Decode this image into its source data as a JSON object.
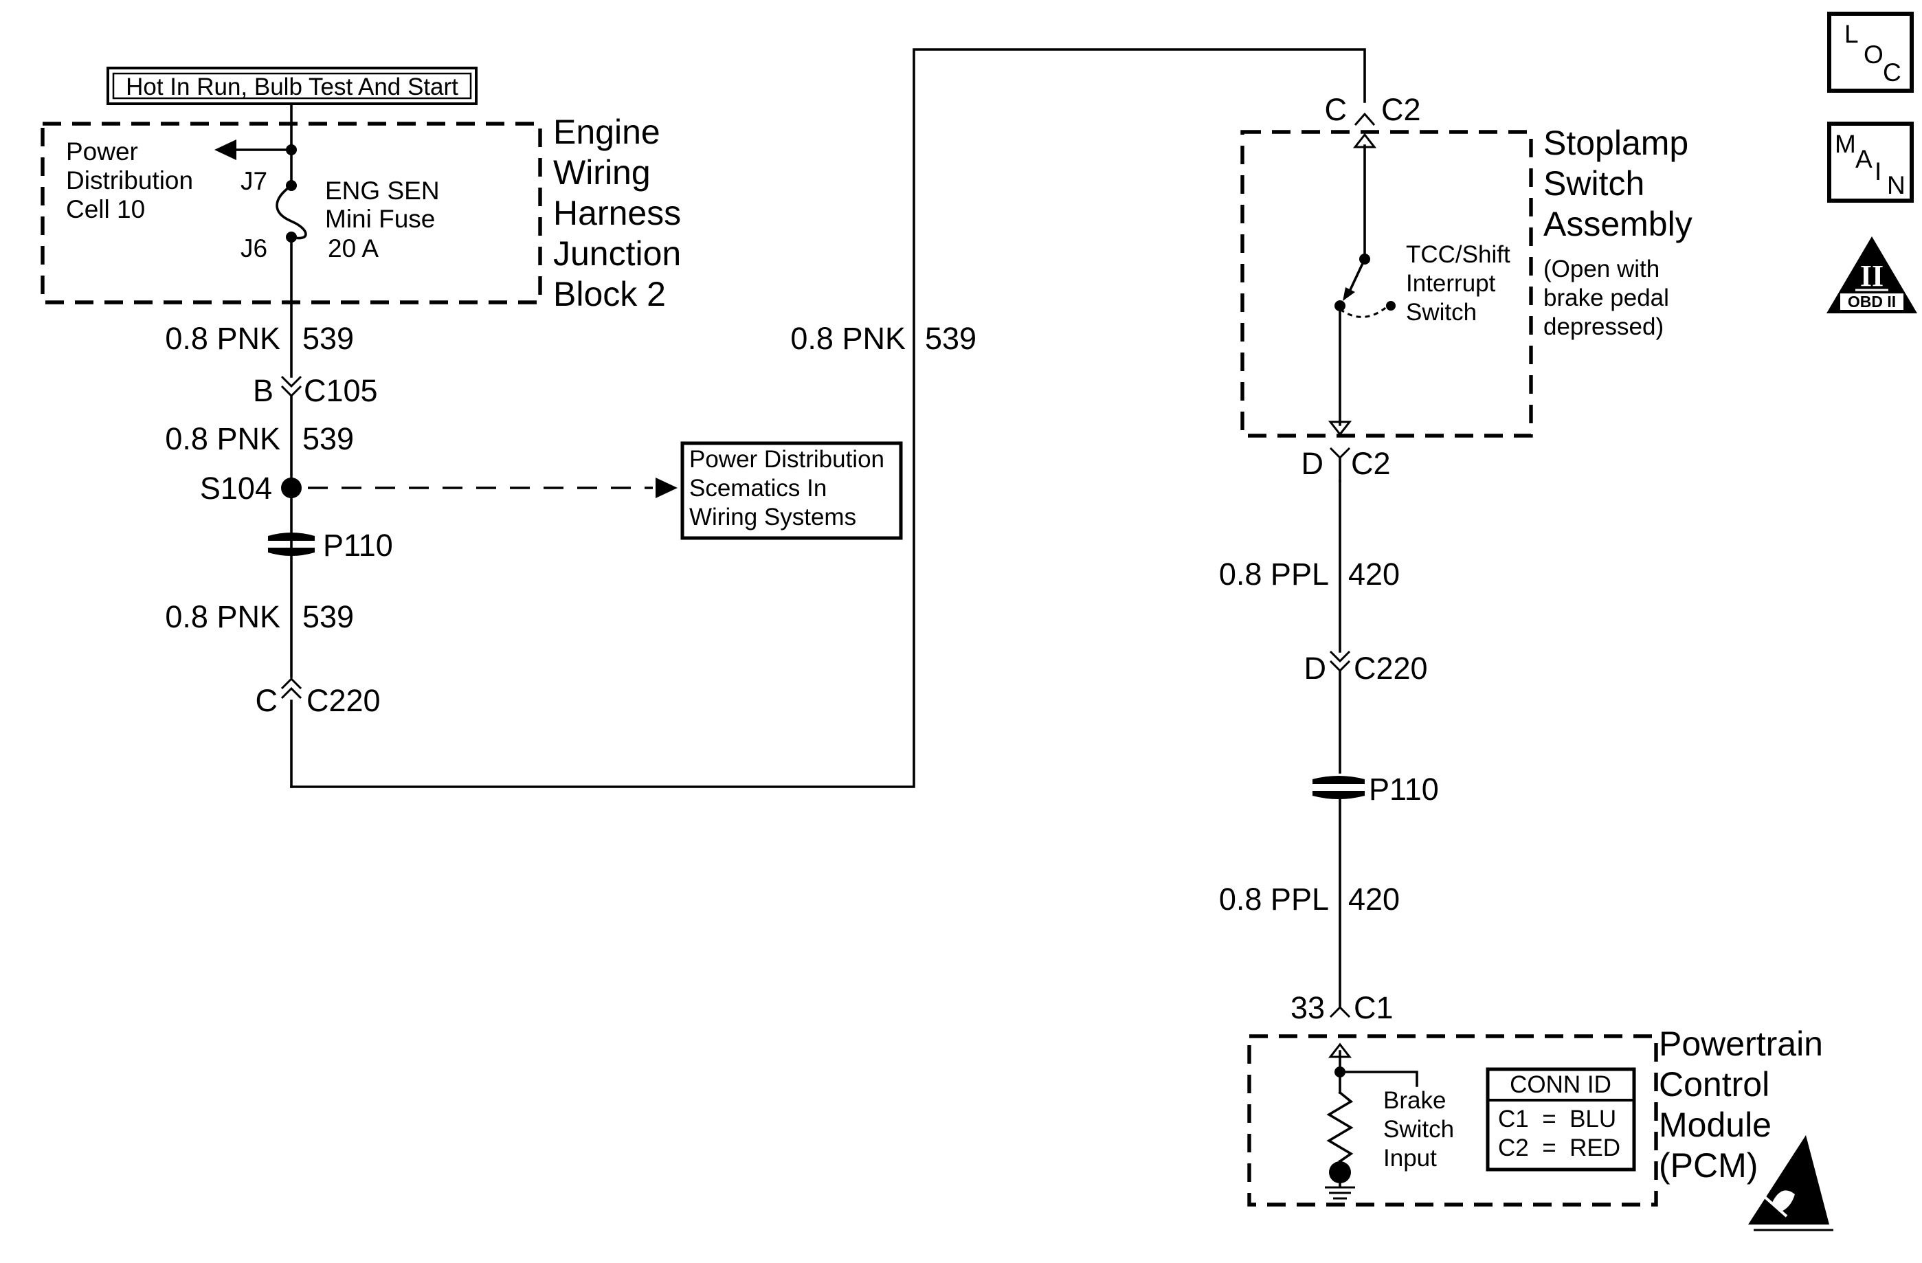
{
  "power_source": {
    "label": "Hot In Run, Bulb Test And Start"
  },
  "junction_block": {
    "name_lines": [
      "Engine",
      "Wiring",
      "Harness",
      "Junction",
      "Block 2"
    ],
    "power_distribution_lines": [
      "Power",
      "Distribution",
      "Cell 10"
    ],
    "terminal_top": "J7",
    "terminal_bottom": "J6",
    "fuse_lines": [
      "ENG SEN",
      "Mini Fuse",
      "20 A"
    ]
  },
  "left_circuit": {
    "wire_1_color": "0.8 PNK",
    "wire_1_number": "539",
    "connector_c105_pin": "B",
    "connector_c105_name": "C105",
    "wire_2_color": "0.8 PNK",
    "wire_2_number": "539",
    "splice_name": "S104",
    "passthrough_name": "P110",
    "wire_3_color": "0.8 PNK",
    "wire_3_number": "539",
    "connector_c220_pin": "C",
    "connector_c220_name": "C220"
  },
  "reference_box": {
    "lines": [
      "Power Distribution",
      "Scematics In",
      "Wiring Systems"
    ]
  },
  "middle_circuit": {
    "wire_color": "0.8 PNK",
    "wire_number": "539"
  },
  "stoplamp_switch": {
    "connector_in_pin": "C",
    "connector_in_name": "C2",
    "name_lines": [
      "Stoplamp",
      "Switch",
      "Assembly"
    ],
    "note_lines": [
      "(Open with",
      "brake pedal",
      "depressed)"
    ],
    "switch_label_lines": [
      "TCC/Shift",
      "Interrupt",
      "Switch"
    ],
    "connector_out_pin": "D",
    "connector_out_name": "C2"
  },
  "right_circuit": {
    "wire_1_color": "0.8 PPL",
    "wire_1_number": "420",
    "connector_c220_pin": "D",
    "connector_c220_name": "C220",
    "passthrough_name": "P110",
    "wire_2_color": "0.8 PPL",
    "wire_2_number": "420",
    "connector_c1_pin": "33",
    "connector_c1_name": "C1"
  },
  "pcm": {
    "name_lines": [
      "Powertrain",
      "Control",
      "Module",
      "(PCM)"
    ],
    "input_label_lines": [
      "Brake",
      "Switch",
      "Input"
    ],
    "conn_id_title": "CONN ID",
    "conn_id_rows": [
      "C1  =  BLU",
      "C2  =  RED"
    ]
  },
  "side_icons": {
    "loc_letters": [
      "L",
      "O",
      "C"
    ],
    "main_letters": [
      "M",
      "A",
      "I",
      "N"
    ],
    "obd_roman": "II",
    "obd_label": "OBD II"
  },
  "icon_names": [
    "loc-icon",
    "main-icon",
    "obd-ii-icon",
    "esd-warning-icon",
    "ground-icon"
  ]
}
